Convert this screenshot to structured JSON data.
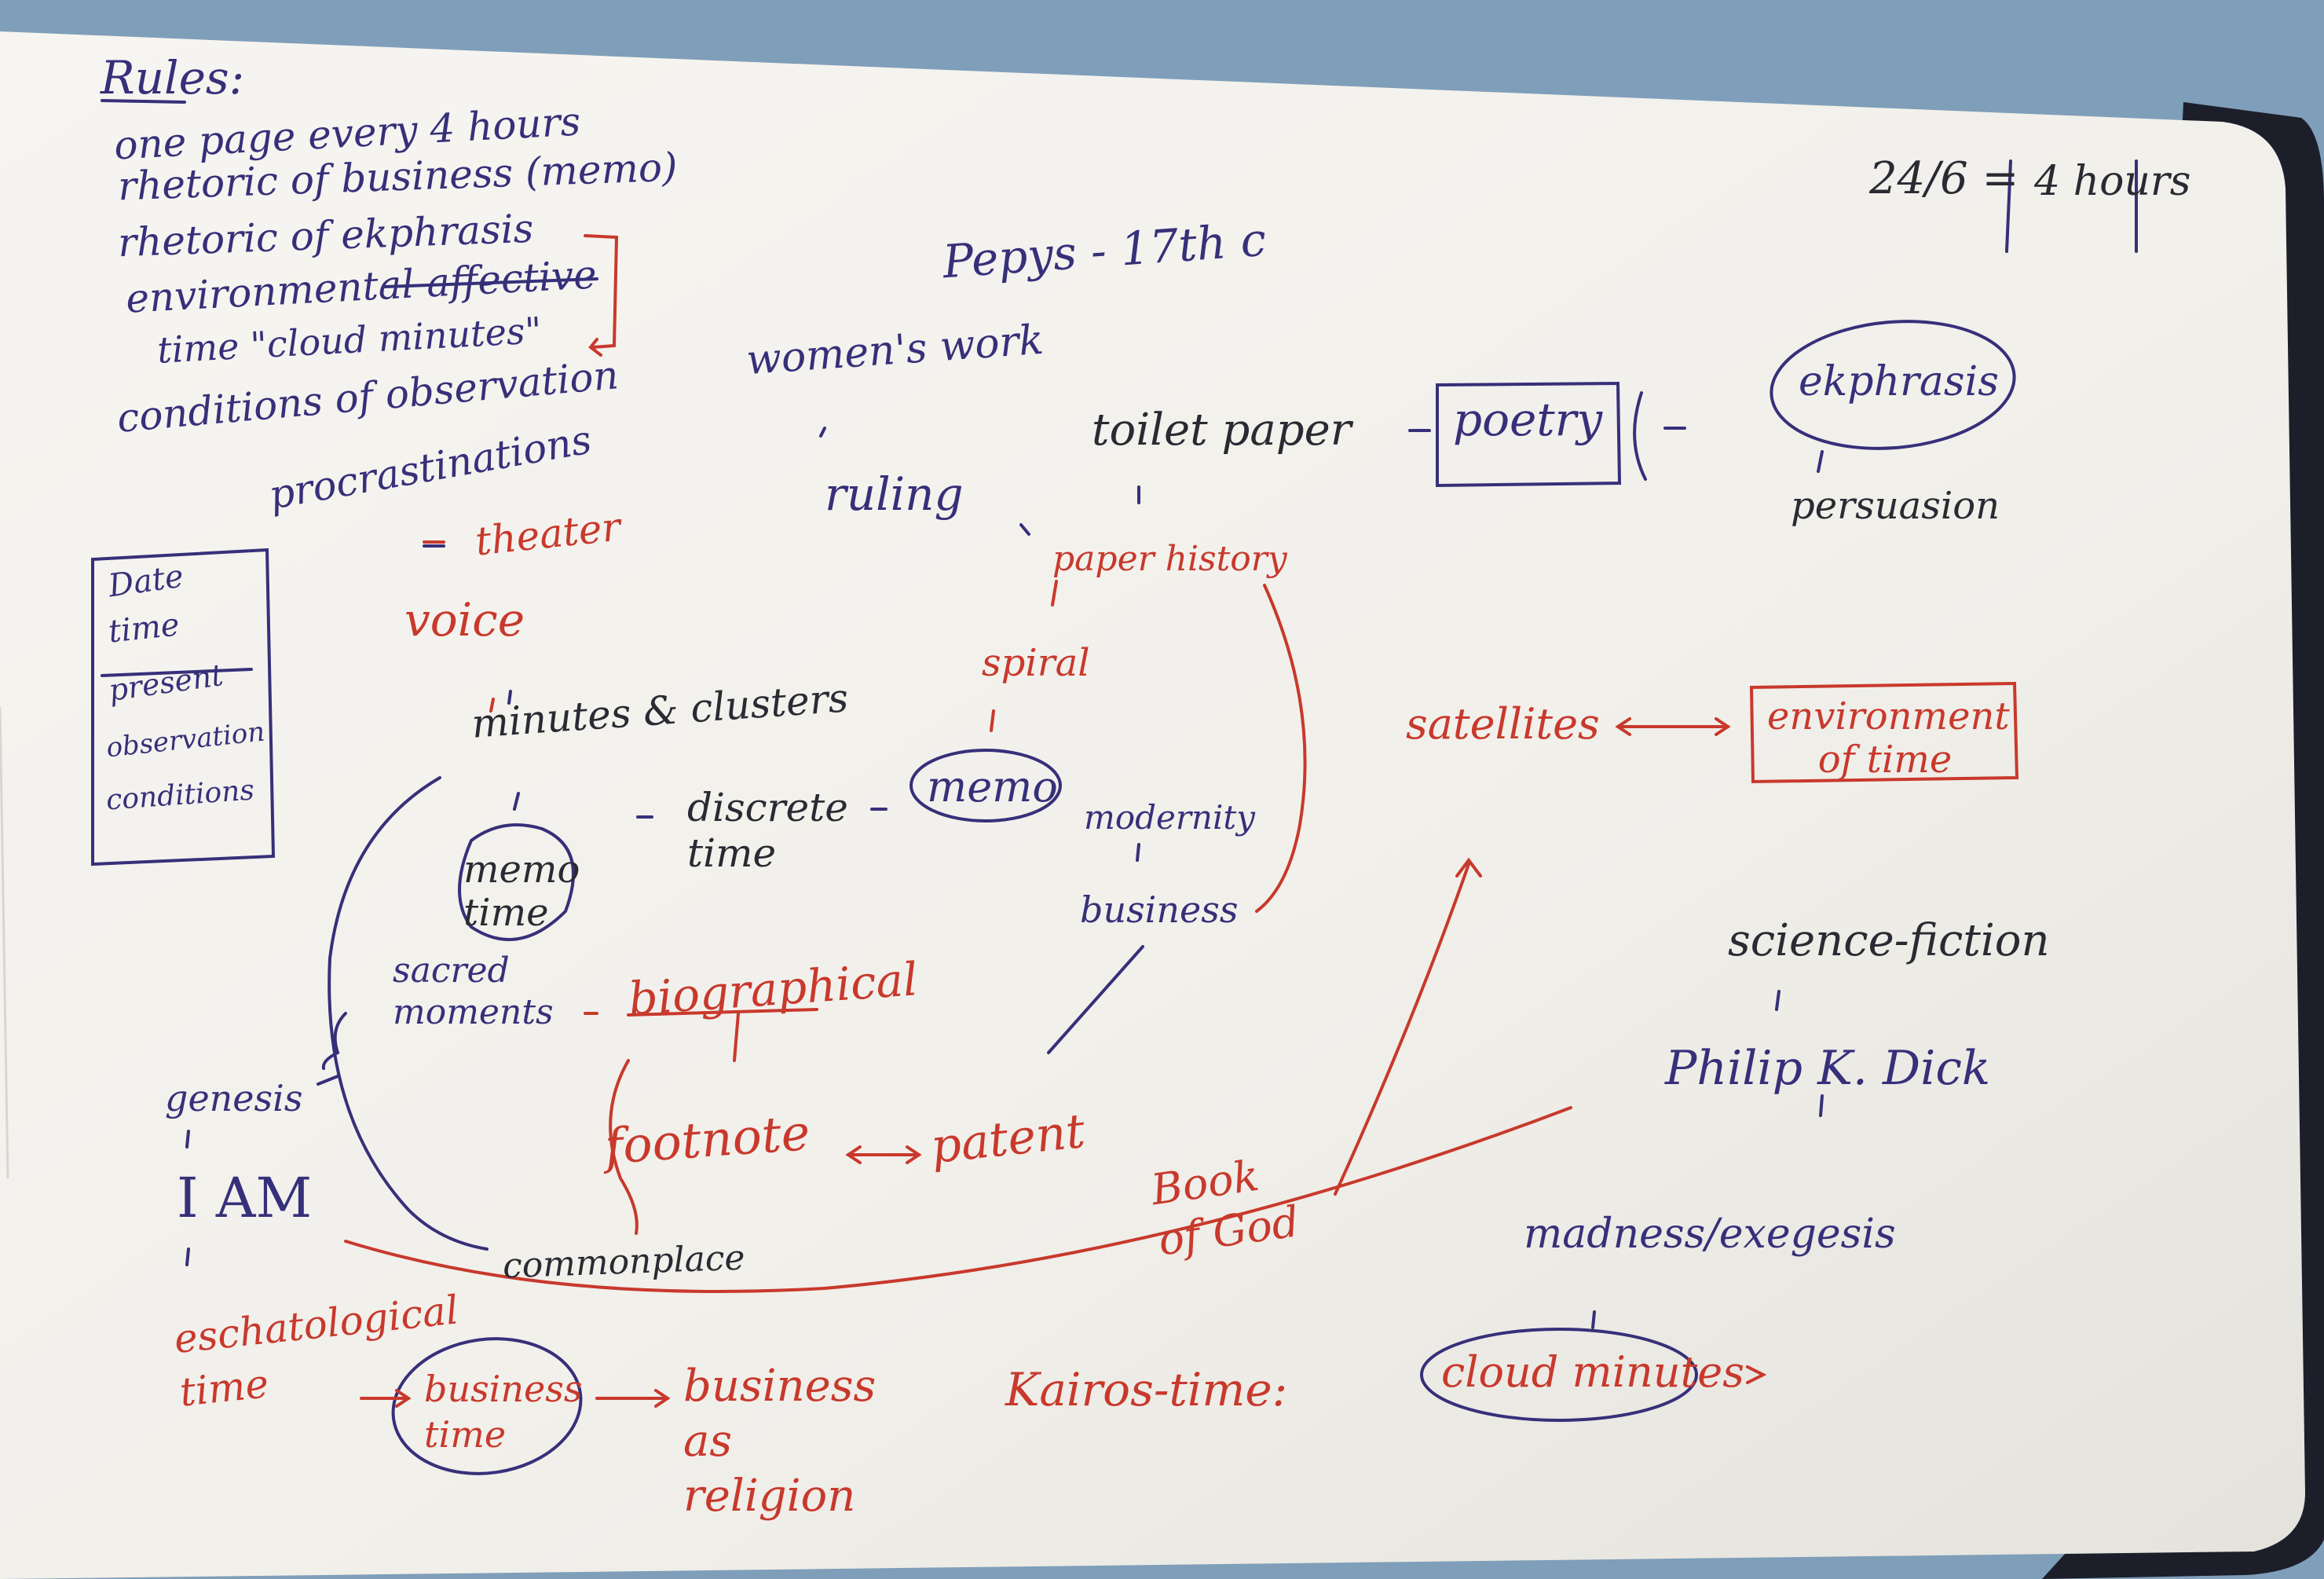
{
  "colors": {
    "background": "#7f9eb9",
    "paper": "#f3f1ec",
    "blue_ink": "#36307a",
    "red_ink": "#c8392c",
    "dark_ink": "#2a2a33"
  },
  "rules": {
    "title": "Rules:",
    "items": [
      "one page every 4 hours",
      "rhetoric of business (memo)",
      "rhetoric of ekphrasis",
      "environmental affective",
      "time \"cloud minutes\"",
      "conditions of observation"
    ]
  },
  "top_right": {
    "fraction": "24/6 =",
    "boxed": "4 hours"
  },
  "box": {
    "lines": [
      "Date",
      "time",
      "present",
      "observation",
      "conditions"
    ]
  },
  "blue_notes": {
    "pepys": "Pepys - 17th c",
    "womens_work": "women's work",
    "ruling": "ruling",
    "toilet_paper": "toilet paper",
    "poetry": "poetry",
    "ekphrasis": "ekphrasis",
    "persuasion": "persuasion",
    "procrastinations": "procrastinations",
    "minutes_clusters": "minutes & clusters",
    "memo_time": "memo time",
    "discrete_time": "discrete time",
    "memo": "memo",
    "modernity": "modernity",
    "business": "business",
    "sacred_moments": "sacred moments",
    "genesis": "genesis",
    "i_am": "I AM",
    "commonplace": "commonplace",
    "science_fiction": "science-fiction",
    "philip_k_dick": "Philip K. Dick",
    "madness_exegesis": "madness/exegesis"
  },
  "red_notes": {
    "theater": "theater",
    "voice": "voice",
    "paper_history": "paper history",
    "spiral": "spiral",
    "biographical": "biographical",
    "footnote": "footnote",
    "patent": "patent",
    "book_of_god": "Book of God",
    "satellites": "satellites",
    "environment_of_time": "environment of time",
    "eschatological_time": "eschatological time",
    "business_time": "business time",
    "business_as_religion": "business as religion",
    "kairos_time": "Kairos-time:",
    "cloud_minutes": "cloud minutes"
  }
}
